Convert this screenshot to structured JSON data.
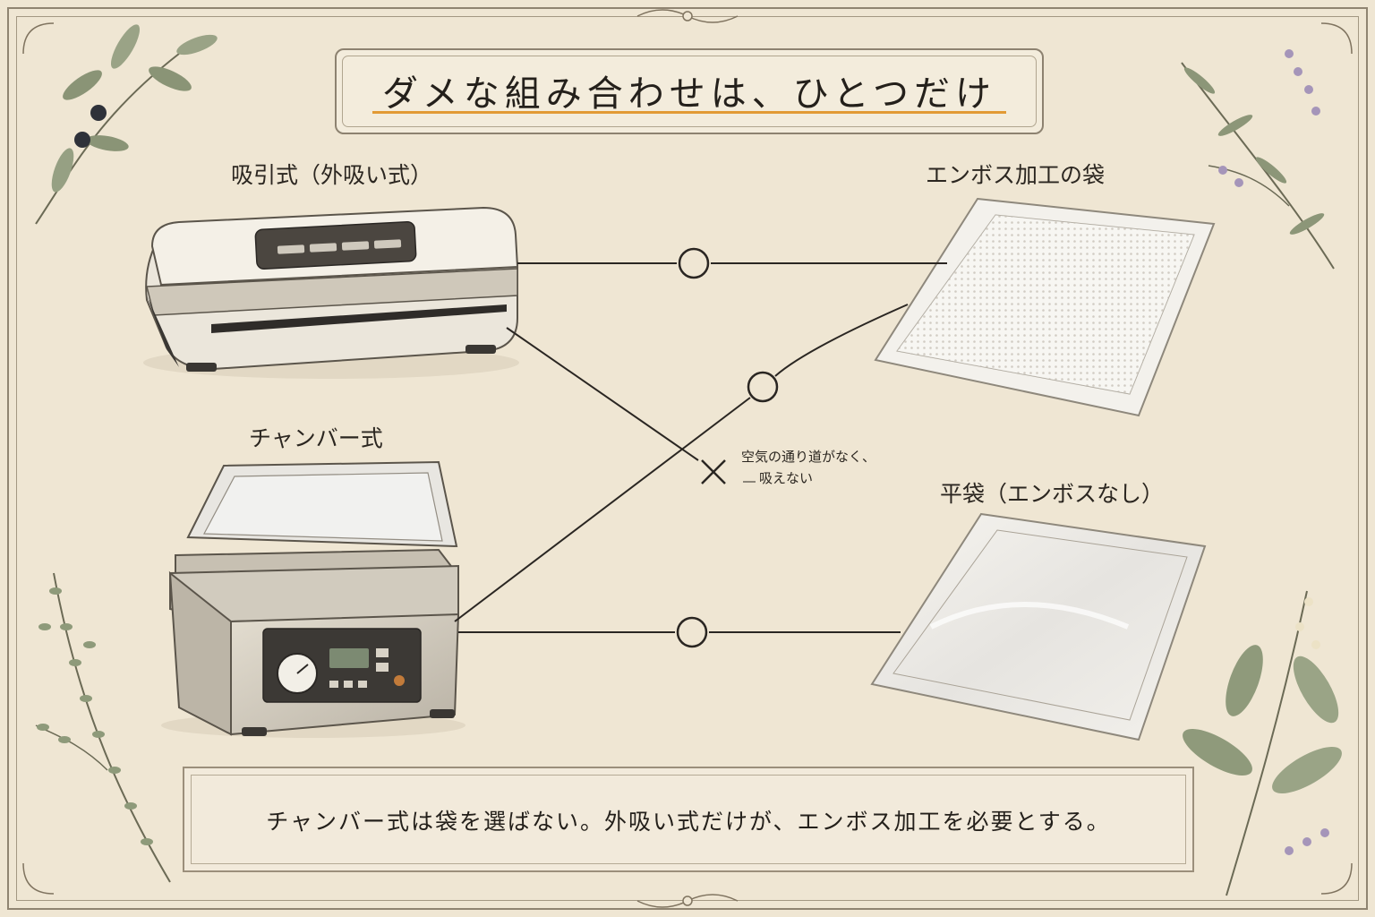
{
  "title": "ダメな組み合わせは、ひとつだけ",
  "machines": {
    "suction": {
      "label": "吸引式（外吸い式）"
    },
    "chamber": {
      "label": "チャンバー式"
    }
  },
  "bags": {
    "embossed": {
      "label": "エンボス加工の袋"
    },
    "flat": {
      "label": "平袋（エンボスなし）"
    }
  },
  "connections": [
    {
      "from": "吸引式（外吸い式）",
      "to": "エンボス加工の袋",
      "mark": "○"
    },
    {
      "from": "チャンバー式",
      "to": "エンボス加工の袋",
      "mark": "○"
    },
    {
      "from": "吸引式（外吸い式）",
      "to": "平袋（エンボスなし）",
      "mark": "×"
    },
    {
      "from": "チャンバー式",
      "to": "平袋（エンボスなし）",
      "mark": "○"
    }
  ],
  "note": {
    "line1": "空気の通り道がなく、",
    "line2": "吸えない"
  },
  "footer": "チャンバー式は袋を選ばない。外吸い式だけが、エンボス加工を必要とする。",
  "colors": {
    "background": "#efe6d3",
    "accent_underline": "#e29a35",
    "line": "#2a2622"
  }
}
